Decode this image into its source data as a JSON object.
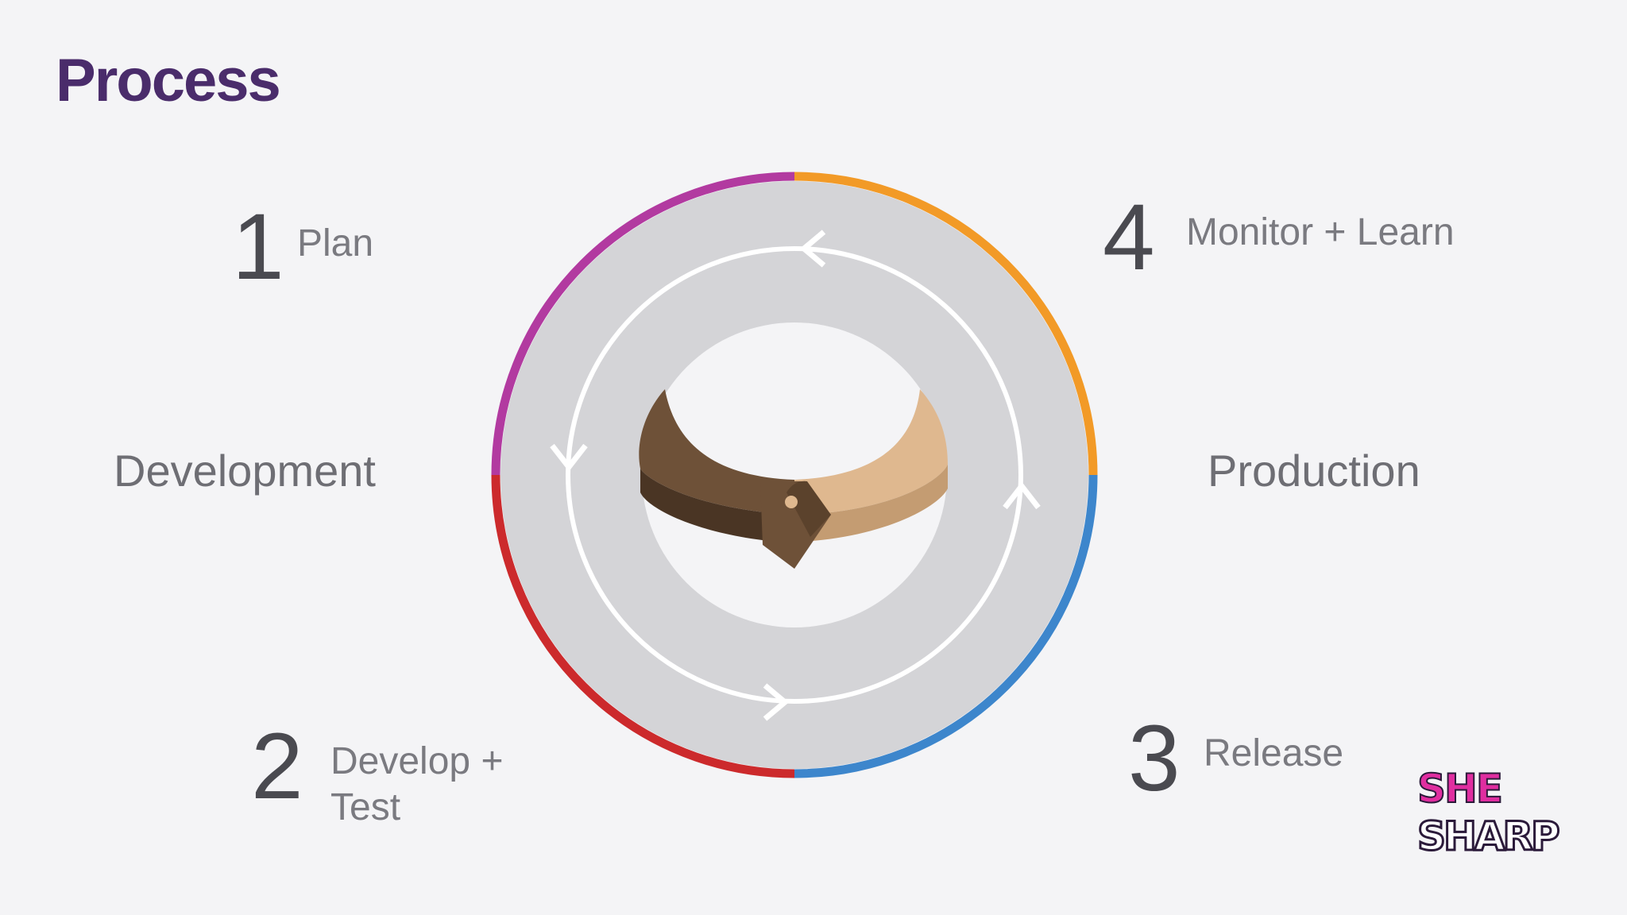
{
  "title": "Process",
  "steps": [
    {
      "number": "1",
      "label": "Plan"
    },
    {
      "number": "2",
      "label": "Develop + Test"
    },
    {
      "number": "3",
      "label": "Release"
    },
    {
      "number": "4",
      "label": "Monitor + Learn"
    }
  ],
  "phases": {
    "left": "Development",
    "right": "Production"
  },
  "logo": {
    "line1": "SHE",
    "line2": "SHARP"
  },
  "colors": {
    "title": "#4a2c6b",
    "arc_plan": "#b23aa0",
    "arc_monitor": "#f29a27",
    "arc_release": "#3d86cc",
    "arc_develop": "#cc2a2c",
    "ring": "#d4d4d7",
    "handshake_dark": "#6e5138",
    "handshake_light": "#dfb88f",
    "logo_pink": "#e02ea0"
  },
  "icons": [
    "cycle-arrow-icon",
    "handshake-icon"
  ]
}
